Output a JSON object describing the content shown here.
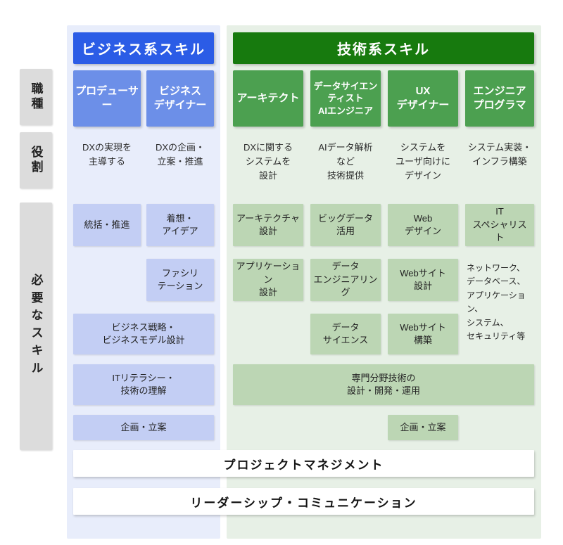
{
  "rails": [
    {
      "label": "職種"
    },
    {
      "label": "役割"
    },
    {
      "label": "必要なスキル"
    }
  ],
  "sections": {
    "business": {
      "title": "ビジネス系スキル",
      "accent": "#2b5ce6",
      "panel_color": "#e8edfb",
      "chip_color": "#6c8fe8",
      "skill_color": "#c3cef4",
      "jobs": [
        {
          "title": "プロデューサー",
          "role": "DXの実現を\n主導する"
        },
        {
          "title": "ビジネス\nデザイナー",
          "role": "DXの企画・\n立案・推進"
        }
      ],
      "roles": [
        {
          "line1": "DXの実現を",
          "line2": "主導する",
          "line3": ""
        },
        {
          "line1": "DXの企画・",
          "line2": "立案・推進",
          "line3": ""
        }
      ],
      "skills": [
        {
          "label": "統括・推進",
          "col": 0,
          "span": 1,
          "row": 0
        },
        {
          "label": "着想・\nアイデア",
          "col": 1,
          "span": 1,
          "row": 0
        },
        {
          "label": "ファシリ\nテーション",
          "col": 1,
          "span": 1,
          "row": 1
        },
        {
          "label": "ビジネス戦略・\nビジネスモデル設計",
          "col": 0,
          "span": 2,
          "row": 2
        },
        {
          "label": "ITリテラシー・\n技術の理解",
          "col": 0,
          "span": 2,
          "row": 3
        },
        {
          "label": "企画・立案",
          "col": 0,
          "span": 2,
          "row": 4
        }
      ]
    },
    "technology": {
      "title": "技術系スキル",
      "accent": "#177a0e",
      "panel_color": "#e7f0e6",
      "chip_color": "#4ca050",
      "skill_color": "#bcd6b4",
      "jobs": [
        {
          "title": "アーキテクト"
        },
        {
          "title": "データサイエン\nティスト\nAIエンジニア"
        },
        {
          "title": "UX\nデザイナー"
        },
        {
          "title": "エンジニア\nプログラマ"
        }
      ],
      "roles": [
        {
          "line1": "DXに関する",
          "line2": "システムを",
          "line3": "設計"
        },
        {
          "line1": "AIデータ解析",
          "line2": "など",
          "line3": "技術提供"
        },
        {
          "line1": "システムを",
          "line2": "ユーザ向けに",
          "line3": "デザイン"
        },
        {
          "line1": "システム実装・",
          "line2": "インフラ構築",
          "line3": ""
        }
      ],
      "skills": [
        {
          "label": "アーキテクチャ\n設計",
          "col": 0,
          "span": 1,
          "row": 0
        },
        {
          "label": "ビッグデータ\n活用",
          "col": 1,
          "span": 1,
          "row": 0
        },
        {
          "label": "Web\nデザイン",
          "col": 2,
          "span": 1,
          "row": 0
        },
        {
          "label": "IT\nスペシャリスト",
          "col": 3,
          "span": 1,
          "row": 0
        },
        {
          "label": "アプリケーション\n設計",
          "col": 0,
          "span": 1,
          "row": 1
        },
        {
          "label": "データ\nエンジニアリング",
          "col": 1,
          "span": 1,
          "row": 1
        },
        {
          "label": "Webサイト\n設計",
          "col": 2,
          "span": 1,
          "row": 1
        },
        {
          "label": "データ\nサイエンス",
          "col": 1,
          "span": 1,
          "row": 2
        },
        {
          "label": "Webサイト\n構築",
          "col": 2,
          "span": 1,
          "row": 2
        },
        {
          "label": "専門分野技術の\n設計・開発・運用",
          "col": 0,
          "span": 4,
          "row": 3
        },
        {
          "label": "企画・立案",
          "col": 2,
          "span": 1,
          "row": 4
        }
      ],
      "plain_skill": {
        "lines": [
          "ネットワーク、",
          "データベース、",
          "アプリケーション、",
          "システム、",
          "セキュリティ等"
        ]
      }
    }
  },
  "footer_bars": [
    {
      "label": "プロジェクトマネジメント"
    },
    {
      "label": "リーダーシップ・コミュニケーション"
    }
  ]
}
